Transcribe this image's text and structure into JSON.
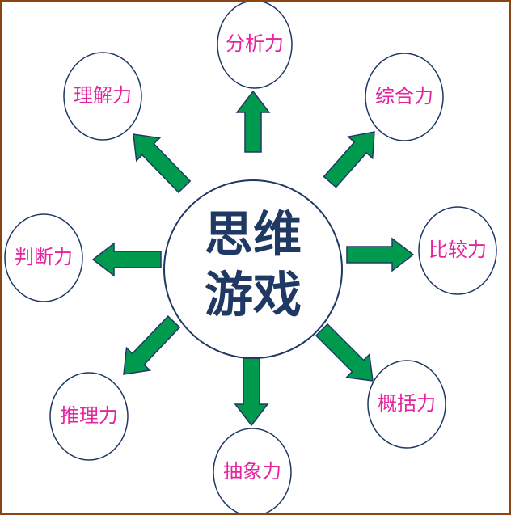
{
  "center": {
    "line1": "思维",
    "line2": "游戏",
    "text_color": "#1F3864",
    "stroke_color": "#1F3864"
  },
  "nodes": [
    {
      "id": "analysis",
      "label": "分析力"
    },
    {
      "id": "synthesis",
      "label": "综合力"
    },
    {
      "id": "comparison",
      "label": "比较力"
    },
    {
      "id": "generalization",
      "label": "概括力"
    },
    {
      "id": "abstraction",
      "label": "抽象力"
    },
    {
      "id": "reasoning",
      "label": "推理力"
    },
    {
      "id": "judgment",
      "label": "判断力"
    },
    {
      "id": "understanding",
      "label": "理解力"
    }
  ],
  "colors": {
    "node_text": "#E6249F",
    "node_stroke": "#1F3864",
    "arrow_fill": "#009A4E",
    "arrow_stroke": "#1F3864",
    "frame": "#8B4513"
  }
}
